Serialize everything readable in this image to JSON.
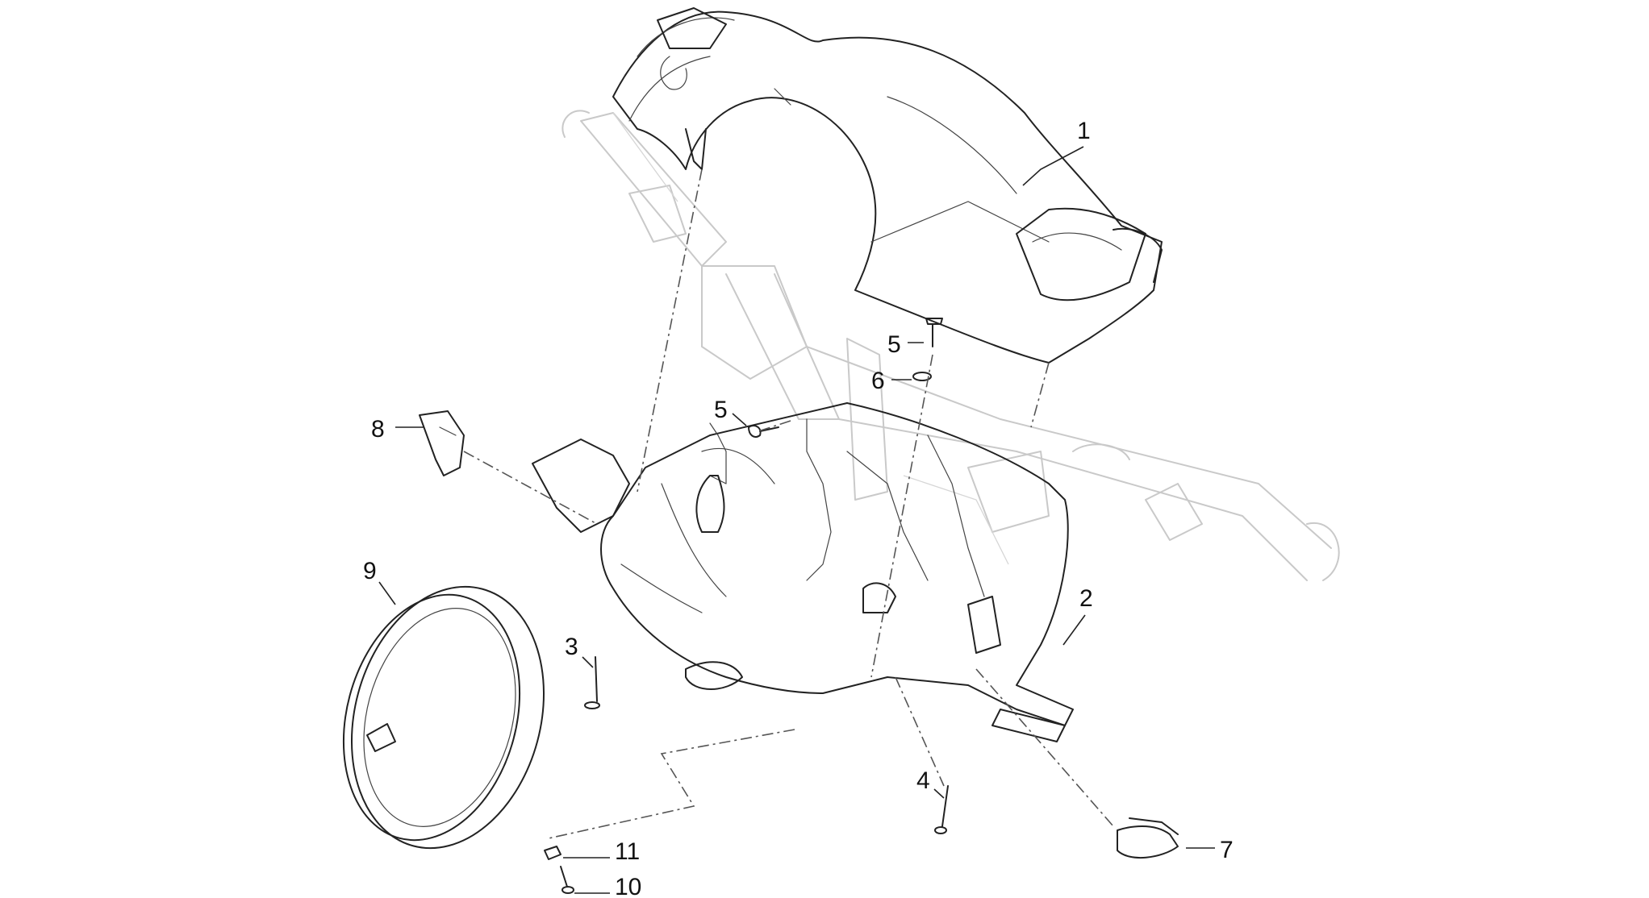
{
  "callouts": [
    {
      "id": "callout-1",
      "text": "1"
    },
    {
      "id": "callout-2",
      "text": "2"
    },
    {
      "id": "callout-3",
      "text": "3"
    },
    {
      "id": "callout-4",
      "text": "4"
    },
    {
      "id": "callout-5a",
      "text": "5"
    },
    {
      "id": "callout-5b",
      "text": "5"
    },
    {
      "id": "callout-6",
      "text": "6"
    },
    {
      "id": "callout-7",
      "text": "7"
    },
    {
      "id": "callout-8",
      "text": "8"
    },
    {
      "id": "callout-9",
      "text": "9"
    },
    {
      "id": "callout-10",
      "text": "10"
    },
    {
      "id": "callout-11",
      "text": "11"
    }
  ]
}
